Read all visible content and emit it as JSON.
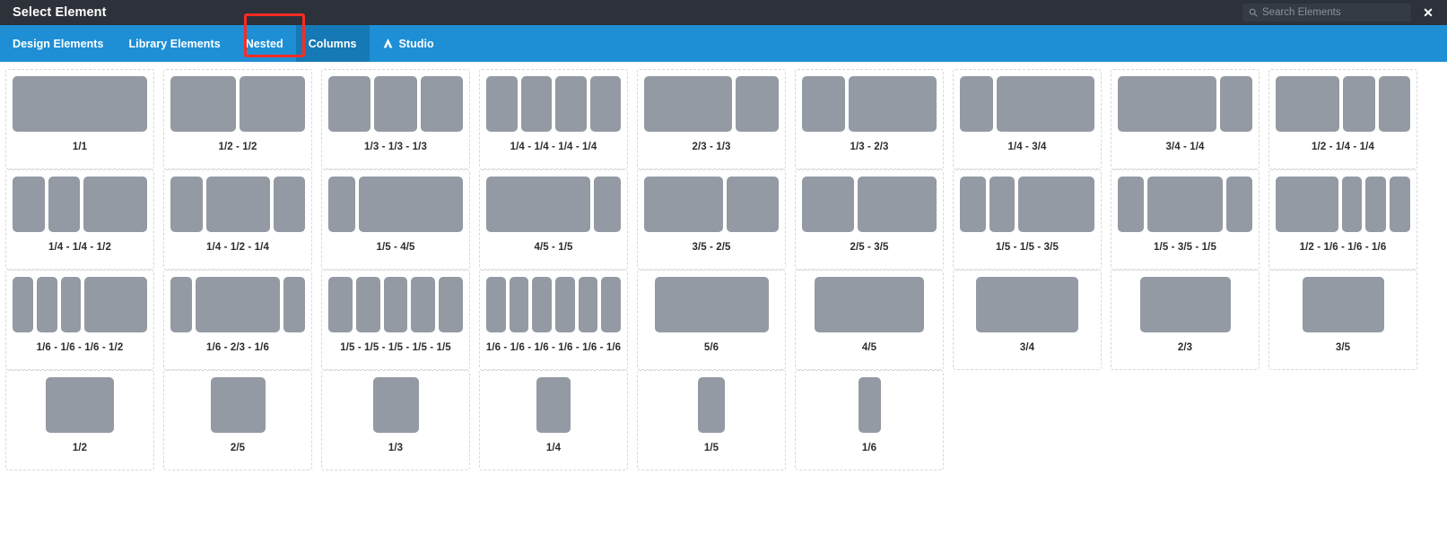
{
  "header": {
    "title": "Select Element",
    "search": {
      "placeholder": "Search Elements",
      "value": "",
      "icon": "search-icon"
    },
    "close_icon": "close-icon",
    "bg_color": "#2c313a"
  },
  "tabs": {
    "bar_color": "#1e8fd5",
    "active_color": "#1579b5",
    "highlight_color": "#fb2c23",
    "items": [
      {
        "label": "Design Elements",
        "active": false,
        "icon": null
      },
      {
        "label": "Library Elements",
        "active": false,
        "icon": null
      },
      {
        "label": "Nested",
        "active": false,
        "icon": null
      },
      {
        "label": "Columns",
        "active": true,
        "icon": null
      },
      {
        "label": "Studio",
        "active": false,
        "icon": "studio-logo-icon"
      }
    ]
  },
  "grid": {
    "block_color": "#949aa3",
    "card_border_color": "#d6d8da",
    "cards": [
      {
        "label": "1/1",
        "cols": [
          1
        ]
      },
      {
        "label": "1/2 - 1/2",
        "cols": [
          0.5,
          0.5
        ]
      },
      {
        "label": "1/3 - 1/3 - 1/3",
        "cols": [
          0.3333,
          0.3333,
          0.3333
        ]
      },
      {
        "label": "1/4 - 1/4 - 1/4 - 1/4",
        "cols": [
          0.25,
          0.25,
          0.25,
          0.25
        ]
      },
      {
        "label": "2/3 - 1/3",
        "cols": [
          0.6667,
          0.3333
        ]
      },
      {
        "label": "1/3 - 2/3",
        "cols": [
          0.3333,
          0.6667
        ]
      },
      {
        "label": "1/4 - 3/4",
        "cols": [
          0.25,
          0.75
        ]
      },
      {
        "label": "3/4 - 1/4",
        "cols": [
          0.75,
          0.25
        ]
      },
      {
        "label": "1/2 - 1/4 - 1/4",
        "cols": [
          0.5,
          0.25,
          0.25
        ]
      },
      {
        "label": "1/4 - 1/4 - 1/2",
        "cols": [
          0.25,
          0.25,
          0.5
        ]
      },
      {
        "label": "1/4 - 1/2 - 1/4",
        "cols": [
          0.25,
          0.5,
          0.25
        ]
      },
      {
        "label": "1/5 - 4/5",
        "cols": [
          0.2,
          0.8
        ]
      },
      {
        "label": "4/5 - 1/5",
        "cols": [
          0.8,
          0.2
        ]
      },
      {
        "label": "3/5 - 2/5",
        "cols": [
          0.6,
          0.4
        ]
      },
      {
        "label": "2/5 - 3/5",
        "cols": [
          0.4,
          0.6
        ]
      },
      {
        "label": "1/5 - 1/5 - 3/5",
        "cols": [
          0.2,
          0.2,
          0.6
        ]
      },
      {
        "label": "1/5 - 3/5 - 1/5",
        "cols": [
          0.2,
          0.6,
          0.2
        ]
      },
      {
        "label": "1/2 - 1/6 - 1/6 - 1/6",
        "cols": [
          0.5,
          0.1667,
          0.1667,
          0.1667
        ]
      },
      {
        "label": "1/6 - 1/6 - 1/6 - 1/2",
        "cols": [
          0.1667,
          0.1667,
          0.1667,
          0.5
        ]
      },
      {
        "label": "1/6 - 2/3 - 1/6",
        "cols": [
          0.1667,
          0.6667,
          0.1667
        ]
      },
      {
        "label": "1/5 - 1/5 - 1/5 - 1/5 - 1/5",
        "cols": [
          0.2,
          0.2,
          0.2,
          0.2,
          0.2
        ]
      },
      {
        "label": "1/6 - 1/6 - 1/6 - 1/6 - 1/6 - 1/6",
        "cols": [
          0.1667,
          0.1667,
          0.1667,
          0.1667,
          0.1667,
          0.1667
        ]
      },
      {
        "label": "5/6",
        "cols": [
          0.8333
        ],
        "single": true
      },
      {
        "label": "4/5",
        "cols": [
          0.8
        ],
        "single": true
      },
      {
        "label": "3/4",
        "cols": [
          0.75
        ],
        "single": true
      },
      {
        "label": "2/3",
        "cols": [
          0.6667
        ],
        "single": true
      },
      {
        "label": "3/5",
        "cols": [
          0.6
        ],
        "single": true
      },
      {
        "label": "1/2",
        "cols": [
          0.5
        ],
        "single": true
      },
      {
        "label": "2/5",
        "cols": [
          0.4
        ],
        "single": true
      },
      {
        "label": "1/3",
        "cols": [
          0.3333
        ],
        "single": true
      },
      {
        "label": "1/4",
        "cols": [
          0.25
        ],
        "single": true
      },
      {
        "label": "1/5",
        "cols": [
          0.2
        ],
        "single": true
      },
      {
        "label": "1/6",
        "cols": [
          0.1667
        ],
        "single": true
      }
    ]
  }
}
